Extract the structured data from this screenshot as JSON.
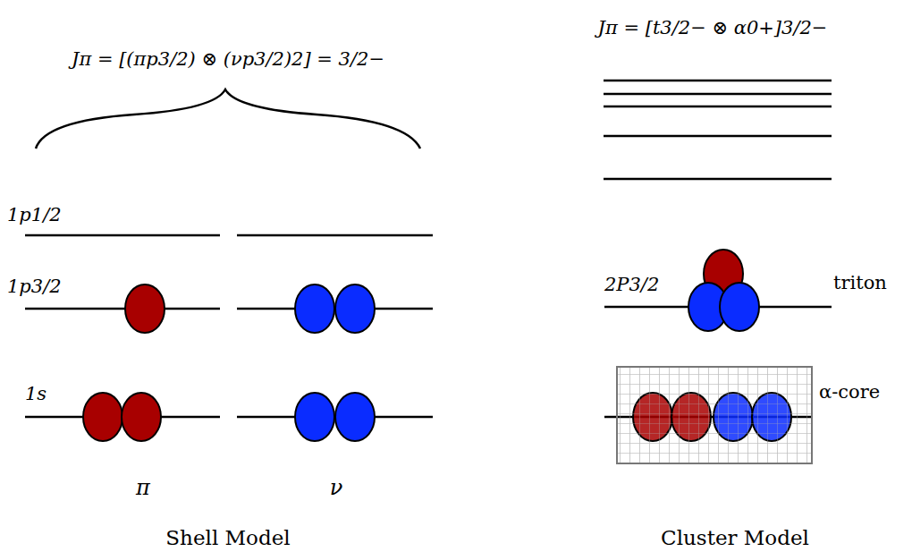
{
  "diagram": {
    "labels": [
      "Jπ = [(πp3/2) ⊗ (νp3/2)2] = 3/2−",
      "1p1/2",
      "1p3/2",
      "1s",
      "π",
      "ν",
      "Shell Model",
      "Jπ = [t3/2− ⊗ α0+]3/2−",
      "2P3/2",
      "triton",
      "α-core",
      "Cluster Model"
    ]
  }
}
